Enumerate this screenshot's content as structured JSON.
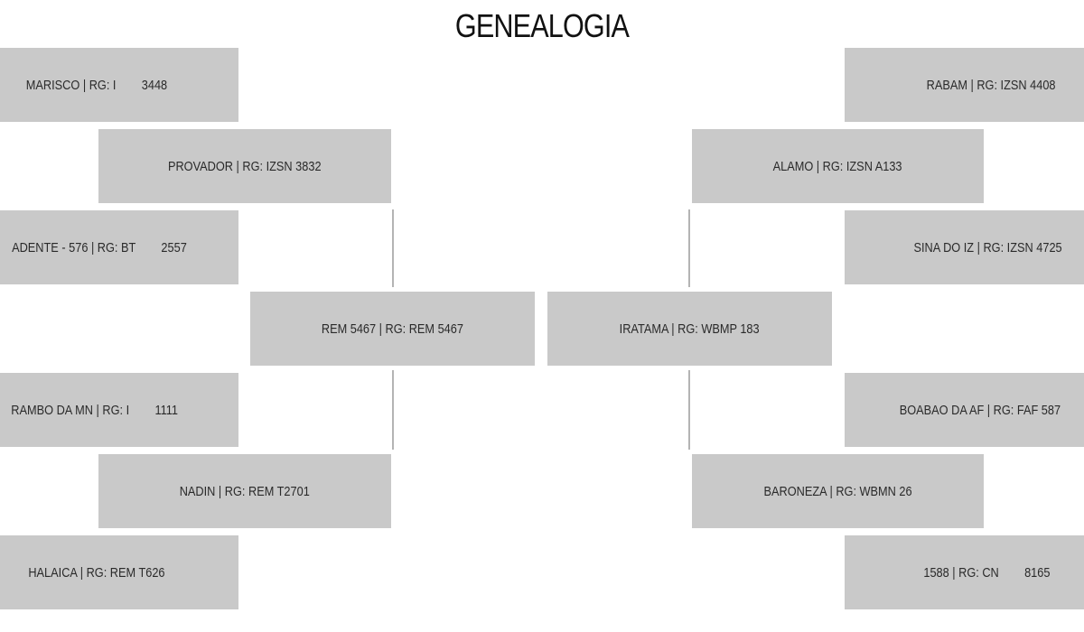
{
  "title": "GENEALOGIA",
  "sire": {
    "label": "REM 5467 | RG: REM 5467",
    "sire": {
      "label": "PROVADOR | RG: IZSN 3832",
      "sire": {
        "label": "MARISCO | RG: I        3448"
      },
      "dam": {
        "label": "ADENTE - 576 | RG: BT        2557"
      }
    },
    "dam": {
      "label": "NADIN | RG: REM T2701",
      "sire": {
        "label": "RAMBO DA MN | RG: I        1111"
      },
      "dam": {
        "label": "HALAICA | RG: REM T626"
      }
    }
  },
  "dam": {
    "label": "IRATAMA | RG: WBMP 183",
    "sire": {
      "label": "ALAMO | RG: IZSN A133",
      "sire": {
        "label": "RABAM | RG: IZSN 4408"
      },
      "dam": {
        "label": "SINA DO IZ | RG: IZSN 4725"
      }
    },
    "dam": {
      "label": "BARONEZA | RG: WBMN 26",
      "sire": {
        "label": "BOABAO DA AF | RG: FAF 587"
      },
      "dam": {
        "label": "1588 | RG: CN        8165"
      }
    }
  },
  "colors": {
    "box": "#c9c9c9",
    "text": "#2a2a2a",
    "connector": "#b4b4b4"
  }
}
